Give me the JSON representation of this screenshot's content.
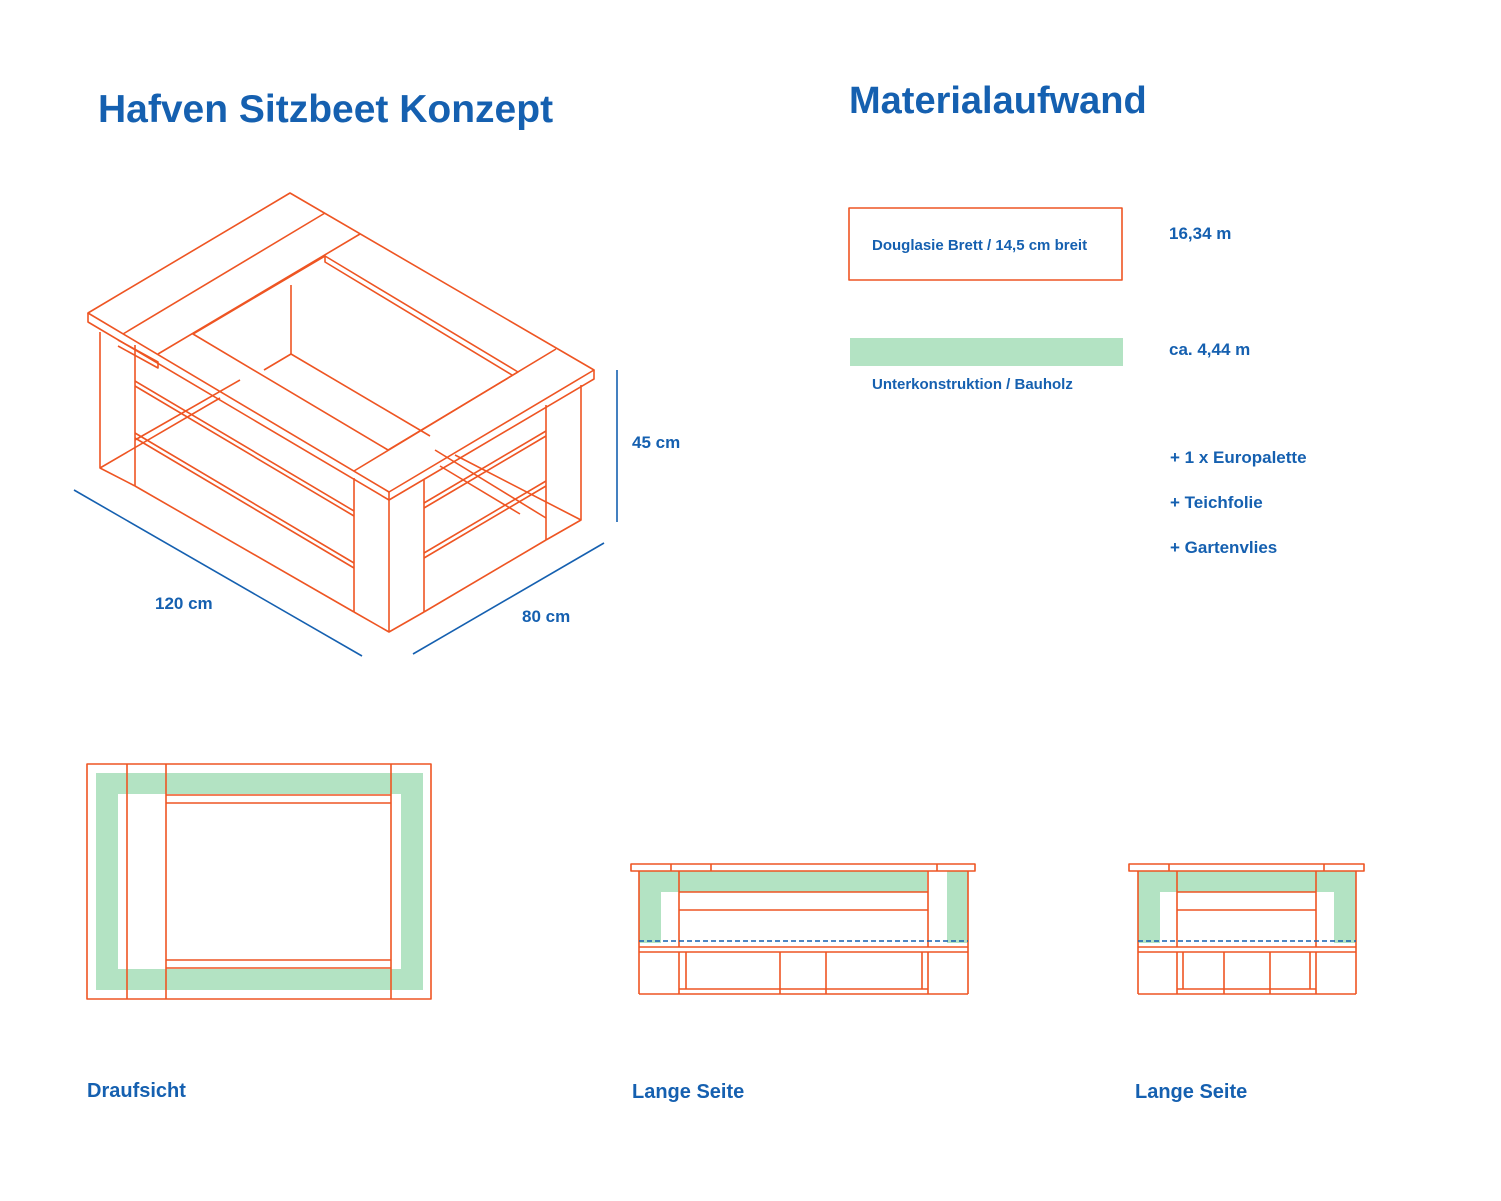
{
  "title": "Hafven Sitzbeet Konzept",
  "dimensions": {
    "height": "45 cm",
    "length": "120 cm",
    "depth": "80 cm"
  },
  "material": {
    "heading": "Materialaufwand",
    "items": [
      {
        "label": "Douglasie Brett / 14,5 cm breit",
        "amount": "16,34 m"
      },
      {
        "label": "Unterkonstruktion / Bauholz",
        "amount": "ca. 4,44 m"
      }
    ],
    "extras": [
      "+ 1 x Europalette",
      "+ Teichfolie",
      "+ Gartenvlies"
    ]
  },
  "views": {
    "top": "Draufsicht",
    "long_side_1": "Lange Seite",
    "long_side_2": "Lange Seite"
  },
  "colors": {
    "primary_blue": "#1560b0",
    "wood_orange": "#ee5523",
    "substructure_green": "#b3e3c3"
  }
}
